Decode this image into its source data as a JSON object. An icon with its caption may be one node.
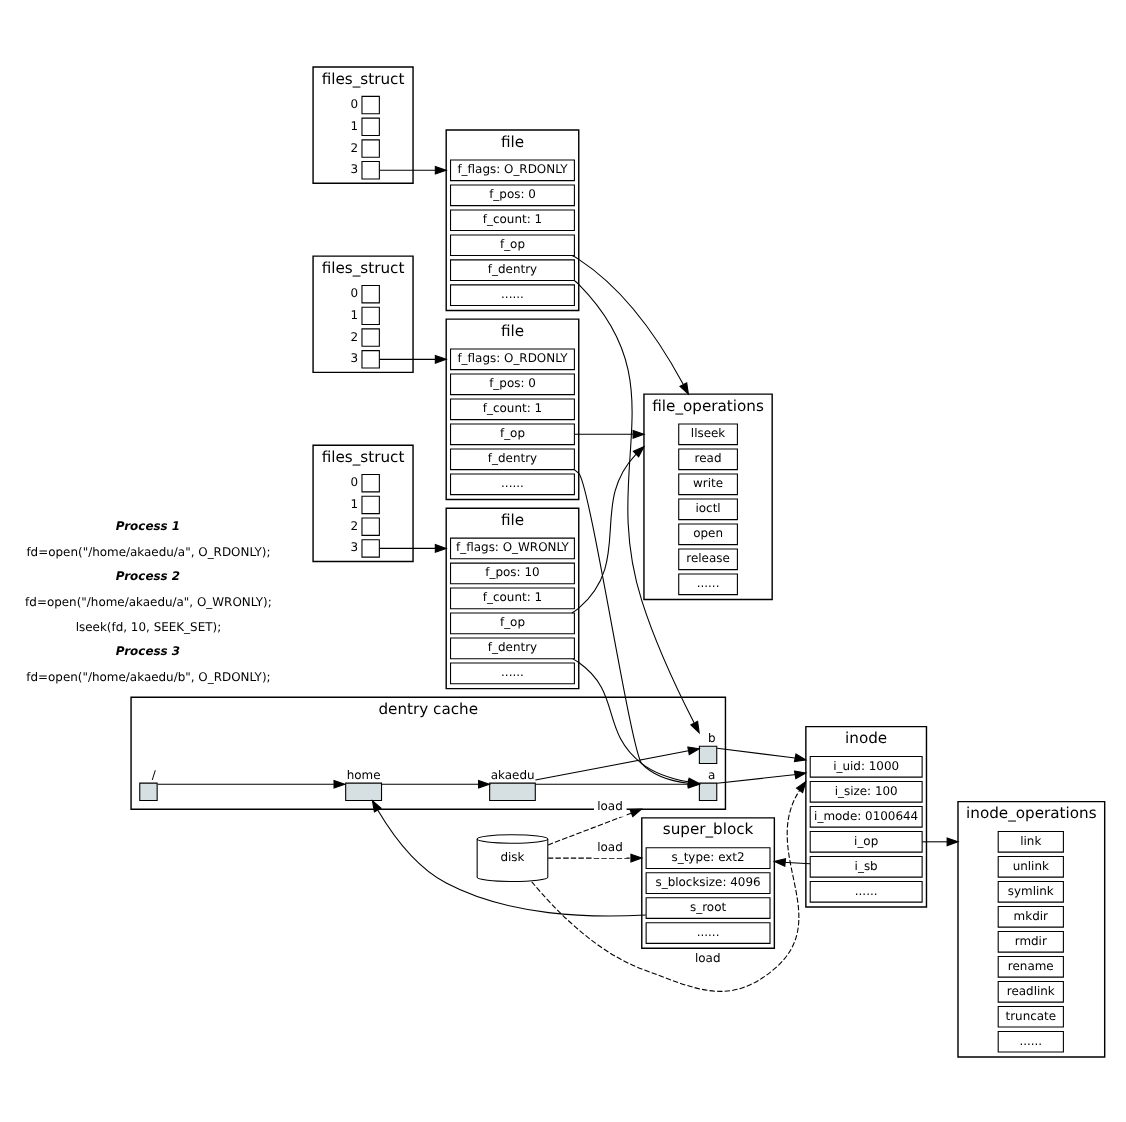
{
  "diagram": {
    "nodes": [
      {
        "text": [
          "files_struct"
        ]
      },
      {
        "text": [],
        "shape": "box",
        "in": 0,
        "beside": [
          "0"
        ]
      },
      {
        "text": [],
        "shape": "box",
        "in": 0,
        "beside": [
          "1"
        ]
      },
      {
        "text": [],
        "shape": "box",
        "in": 0,
        "beside": [
          "2"
        ]
      },
      {
        "text": [],
        "shape": "box",
        "in": 0,
        "beside": [
          "3"
        ]
      },
      {
        "text": [
          "file"
        ]
      },
      {
        "text": [
          "f_flags: O_RDONLY"
        ],
        "in": 5
      },
      {
        "text": [
          "f_pos: 0"
        ],
        "in": 5
      },
      {
        "text": [
          "f_count: 1"
        ],
        "in": 5
      },
      {
        "text": [
          "f_op"
        ],
        "in": 5
      },
      {
        "text": [
          "f_dentry"
        ],
        "in": 5
      },
      {
        "text": [
          "......"
        ],
        "in": 5
      },
      {
        "text": [
          "file_operations"
        ]
      },
      {
        "text": [
          "llseek"
        ],
        "in": 12
      },
      {
        "text": [
          "read"
        ],
        "in": 12
      },
      {
        "text": [
          "write"
        ],
        "in": 12
      },
      {
        "text": [
          "ioctl"
        ],
        "in": 12
      },
      {
        "text": [
          "open"
        ],
        "in": 12
      },
      {
        "text": [
          "release"
        ],
        "in": 12
      },
      {
        "text": [
          "......"
        ],
        "in": 12
      },
      {
        "text": [
          "files_struct"
        ]
      },
      {
        "text": [],
        "shape": "box",
        "in": 20,
        "beside": [
          "0"
        ]
      },
      {
        "text": [],
        "shape": "box",
        "in": 20,
        "beside": [
          "1"
        ]
      },
      {
        "text": [],
        "shape": "box",
        "in": 20,
        "beside": [
          "2"
        ]
      },
      {
        "text": [],
        "shape": "box",
        "in": 20,
        "beside": [
          "3"
        ]
      },
      {
        "text": [
          "file"
        ]
      },
      {
        "text": [
          "f_flags: O_WRONLY"
        ],
        "in": 25
      },
      {
        "text": [
          "f_pos: 10"
        ],
        "in": 25
      },
      {
        "text": [
          "f_count: 1"
        ],
        "in": 25
      },
      {
        "text": [
          "f_op"
        ],
        "in": 25
      },
      {
        "text": [
          "f_dentry"
        ],
        "in": 25
      },
      {
        "text": [
          "......"
        ],
        "in": 25
      },
      {
        "text": [
          "inode_operations"
        ]
      },
      {
        "text": [
          "link"
        ],
        "in": 32
      },
      {
        "text": [
          "unlink"
        ],
        "in": 32
      },
      {
        "text": [
          "symlink"
        ],
        "in": 32
      },
      {
        "text": [
          "mkdir"
        ],
        "in": 32
      },
      {
        "text": [
          "rmdir"
        ],
        "in": 32
      },
      {
        "text": [
          "rename"
        ],
        "in": 32
      },
      {
        "text": [
          "readlink"
        ],
        "in": 32
      },
      {
        "text": [
          "truncate"
        ],
        "in": 32
      },
      {
        "text": [
          "......"
        ],
        "in": 32
      },
      {
        "text": [
          "inode"
        ]
      },
      {
        "text": [
          "i_uid: 1000"
        ],
        "in": 42
      },
      {
        "text": [
          "i_size: 100"
        ],
        "in": 42
      },
      {
        "text": [
          "i_mode: 0100644"
        ],
        "in": 42
      },
      {
        "text": [
          "i_op"
        ],
        "in": 42
      },
      {
        "text": [
          "i_sb"
        ],
        "in": 42
      },
      {
        "text": [
          "......"
        ],
        "in": 42
      },
      {
        "text": [
          "files_struct"
        ]
      },
      {
        "text": [],
        "shape": "box",
        "in": 49,
        "beside": [
          "0"
        ]
      },
      {
        "text": [],
        "shape": "box",
        "in": 49,
        "beside": [
          "1"
        ]
      },
      {
        "text": [],
        "shape": "box",
        "in": 49,
        "beside": [
          "2"
        ]
      },
      {
        "text": [],
        "shape": "box",
        "in": 49,
        "beside": [
          "3"
        ]
      },
      {
        "text": [
          "file"
        ]
      },
      {
        "text": [
          "f_flags: O_RDONLY"
        ],
        "in": 54
      },
      {
        "text": [
          "f_pos: 0"
        ],
        "in": 54
      },
      {
        "text": [
          "f_count: 1"
        ],
        "in": 54
      },
      {
        "text": [
          "f_op"
        ],
        "in": 54
      },
      {
        "text": [
          "f_dentry"
        ],
        "in": 54
      },
      {
        "text": [
          "......"
        ],
        "in": 54
      },
      {
        "text": [
          "dentry cache"
        ]
      },
      {
        "text": [],
        "shape": "box",
        "in": 61,
        "beside": [
          "a"
        ]
      },
      {
        "text": [],
        "shape": "box",
        "in": 61,
        "beside": [
          "b"
        ]
      },
      {
        "text": [],
        "shape": "box",
        "in": 61,
        "beside": [
          "akaedu"
        ]
      },
      {
        "text": [],
        "shape": "box",
        "in": 61,
        "beside": [
          "/"
        ]
      },
      {
        "text": [],
        "shape": "box",
        "in": 61,
        "beside": [
          "home"
        ]
      },
      {
        "text": [
          "super_block"
        ]
      },
      {
        "text": [
          "s_type: ext2"
        ],
        "in": 67
      },
      {
        "text": [
          "s_blocksize: 4096"
        ],
        "in": 67
      },
      {
        "text": [
          "s_root"
        ],
        "in": 67
      },
      {
        "text": [
          "......"
        ],
        "in": 67
      },
      {
        "text": [
          "disk"
        ]
      }
    ],
    "edges": [
      {
        "from": 4,
        "to": 5,
        "arrow": "to"
      },
      {
        "from": 9,
        "to": 12,
        "arrow": "to"
      },
      {
        "from": 10,
        "to": 62,
        "arrow": "to"
      },
      {
        "from": 24,
        "to": 25,
        "arrow": "to"
      },
      {
        "from": 29,
        "to": 12,
        "arrow": "to"
      },
      {
        "from": 30,
        "to": 62,
        "arrow": "to"
      },
      {
        "from": 53,
        "to": 54,
        "arrow": "to"
      },
      {
        "from": 58,
        "to": 12,
        "arrow": "to"
      },
      {
        "from": 59,
        "to": 63,
        "arrow": "to"
      },
      {
        "from": 46,
        "to": 32,
        "arrow": "to"
      },
      {
        "from": 47,
        "to": 67,
        "arrow": "to"
      },
      {
        "from": 70,
        "to": 66,
        "arrow": "to"
      },
      {
        "from": 64,
        "to": 62,
        "arrow": "to"
      },
      {
        "from": 64,
        "to": 63,
        "arrow": "to"
      },
      {
        "from": 66,
        "to": 64,
        "arrow": "to"
      },
      {
        "from": 65,
        "to": 66,
        "arrow": "to"
      },
      {
        "from": 62,
        "to": 42,
        "arrow": "to"
      },
      {
        "from": 63,
        "to": 42,
        "arrow": "to"
      },
      {
        "from": 72,
        "to": 61,
        "arrow": "to",
        "style": "dashed",
        "label": "load"
      },
      {
        "from": 72,
        "to": 42,
        "arrow": "to",
        "style": "dashed",
        "label": "load"
      },
      {
        "from": 72,
        "to": 67,
        "arrow": "to",
        "style": "dashed",
        "label": "load"
      }
    ],
    "labels": [
      "Process 1",
      "fd=open(\"/home/akaedu/a\", O_RDONLY);",
      "Process 2",
      "fd=open(\"/home/akaedu/a\", O_WRONLY);",
      "lseek(fd, 10, SEEK_SET);",
      "Process 3",
      "fd=open(\"/home/akaedu/b\", O_RDONLY);"
    ]
  }
}
